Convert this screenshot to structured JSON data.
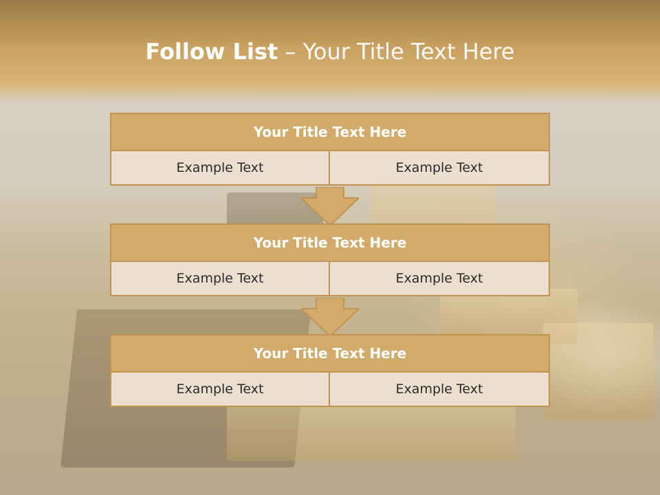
{
  "slide": {
    "title_bold": "Follow List",
    "title_rest": " – Your Title Text Here"
  },
  "blocks": [
    {
      "title": "Your Title Text Here",
      "cells": [
        "Example Text",
        "Example Text"
      ]
    },
    {
      "title": "Your Title Text Here",
      "cells": [
        "Example Text",
        "Example Text"
      ]
    },
    {
      "title": "Your Title Text Here",
      "cells": [
        "Example Text",
        "Example Text"
      ]
    }
  ],
  "colors": {
    "header_fill": "#d2ab6b",
    "border": "#c09350",
    "cell_fill": "#ecdfcf",
    "arrow_fill": "#d2ab6b"
  },
  "icons": {
    "connector": "arrow-down-icon"
  }
}
